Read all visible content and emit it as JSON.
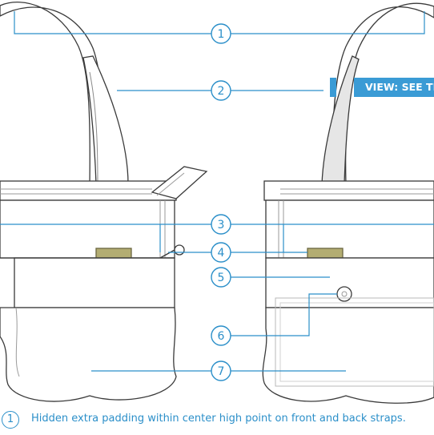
{
  "view_tag": "VIEW: SEE TH",
  "callouts": [
    "1",
    "2",
    "3",
    "4",
    "5",
    "6",
    "7"
  ],
  "note": {
    "number": "1",
    "text": "Hidden extra padding within center high point on front and back straps."
  },
  "colors": {
    "callout_blue": "#2b8fc9",
    "tag_blue": "#3a9bd5",
    "buckle_tan": "#b3ad72",
    "outline": "#3a3a3a"
  }
}
